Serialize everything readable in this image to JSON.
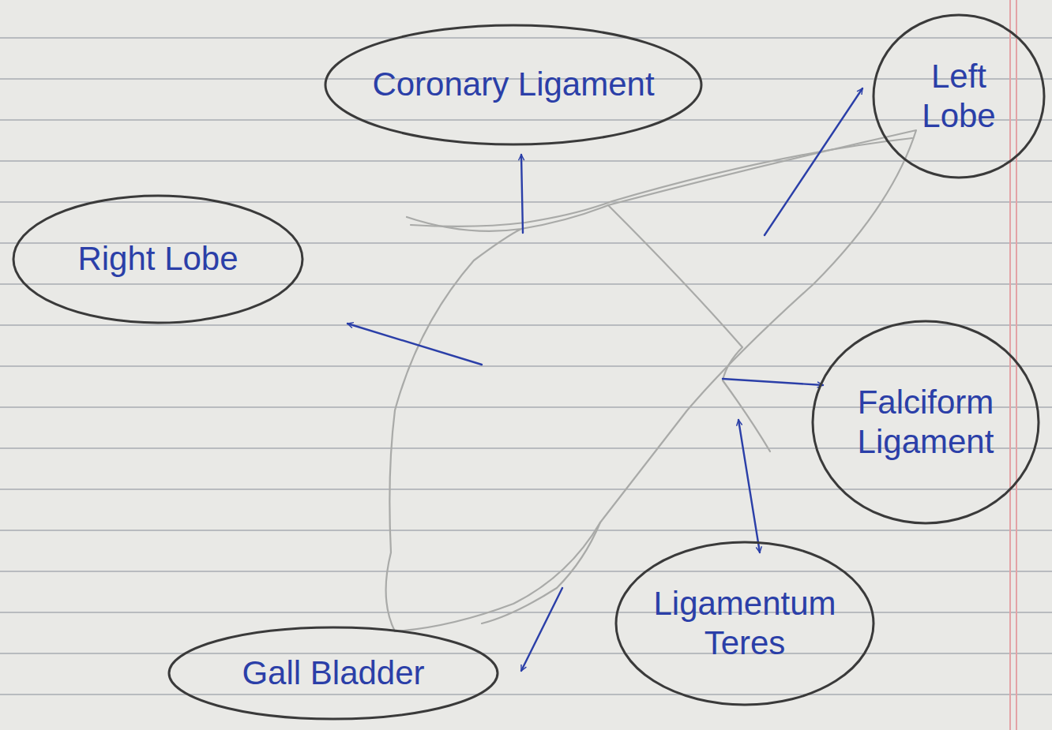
{
  "diagram": {
    "nodes": [
      {
        "text": [
          "Coronary Ligament"
        ]
      },
      {
        "text": [
          "Left Lobe"
        ]
      },
      {
        "text": [
          "Right Lobe"
        ]
      },
      {
        "text": [
          "Falciform Ligament"
        ]
      },
      {
        "text": [
          "Ligamentum Teres"
        ]
      },
      {
        "text": [
          "Gall Bladder"
        ]
      }
    ]
  }
}
